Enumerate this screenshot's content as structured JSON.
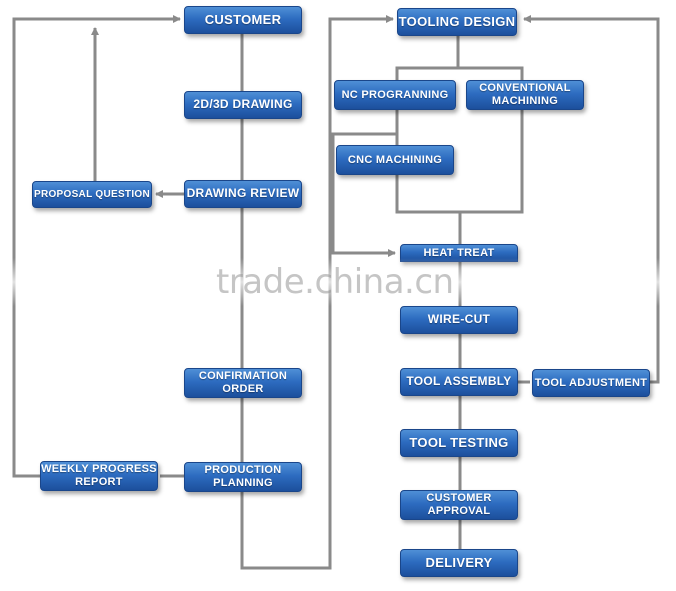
{
  "diagram": {
    "nodes": {
      "customer": "CUSTOMER",
      "drawing_2d3d": "2D/3D DRAWING",
      "drawing_review": "DRAWING REVIEW",
      "proposal_question": "PROPOSAL QUESTION",
      "confirmation_order": "CONFIRMATION\nORDER",
      "production_planning": "PRODUCTION\nPLANNING",
      "weekly_progress_report": "WEEKLY PROGRESS\nREPORT",
      "tooling_design": "TOOLING DESIGN",
      "nc_programming": "NC PROGRANNING",
      "conventional_machining": "CONVENTIONAL\nMACHINING",
      "cnc_machining": "CNC MACHINING",
      "heat_treat": "HEAT TREAT",
      "wire_cut": "WIRE-CUT",
      "tool_assembly": "TOOL ASSEMBLY",
      "tool_adjustment": "TOOL ADJUSTMENT",
      "tool_testing": "TOOL TESTING",
      "customer_approval": "CUSTOMER\nAPPROVAL",
      "delivery": "DELIVERY"
    },
    "watermark": "trade.china.cn",
    "colors": {
      "node_fill": "#2d6cc0",
      "node_text": "#ffffff",
      "connector": "#8a8a8a"
    }
  }
}
